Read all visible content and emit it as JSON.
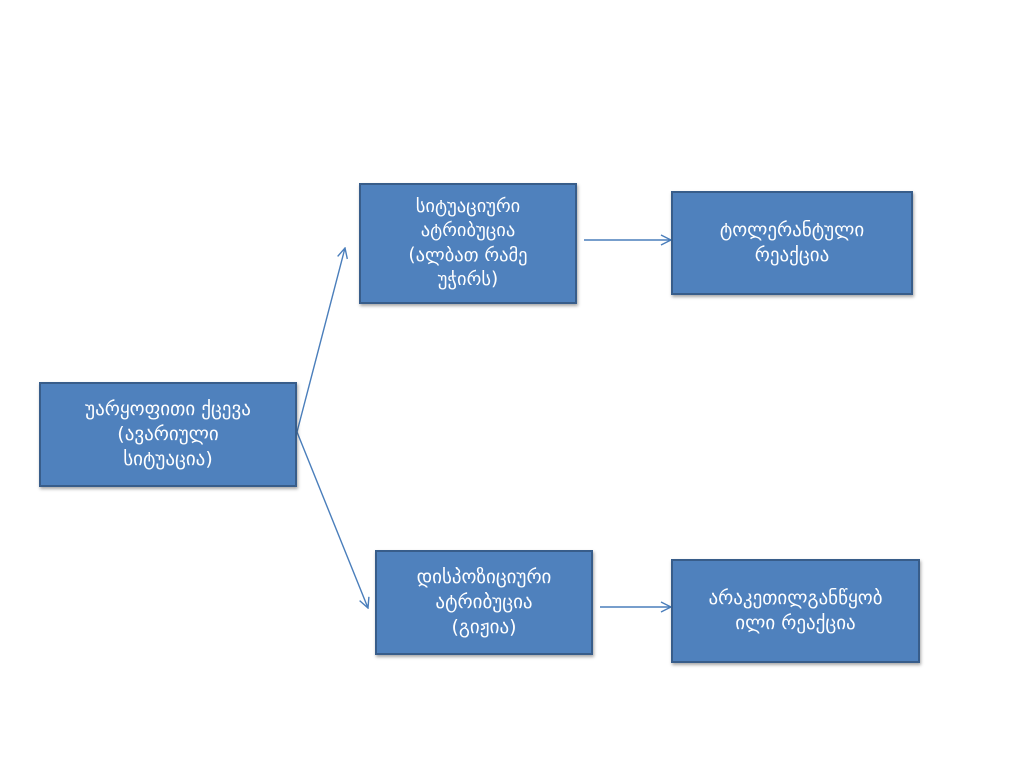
{
  "diagram": {
    "nodes": {
      "root": {
        "label": "უარყოფითი ქცევა\n(ავარიული\nსიტუაცია)"
      },
      "situational": {
        "label": "სიტუაციური\nატრიბუცია\n(ალბათ რამე\nუჭირს)"
      },
      "tolerant": {
        "label": "ტოლერანტული\nრეაქცია"
      },
      "dispositional": {
        "label": "დისპოზიციური\nატრიბუცია\n(გიჟია)"
      },
      "intolerant": {
        "label": "არაკეთილგანწყობ\nილი  რეაქცია"
      }
    },
    "edges": [
      {
        "from": "root",
        "to": "situational"
      },
      {
        "from": "root",
        "to": "dispositional"
      },
      {
        "from": "situational",
        "to": "tolerant"
      },
      {
        "from": "dispositional",
        "to": "intolerant"
      }
    ],
    "colors": {
      "box_fill": "#4f81bd",
      "box_border": "#385d8a",
      "text": "#ffffff",
      "connector": "#4a7ebb"
    }
  }
}
